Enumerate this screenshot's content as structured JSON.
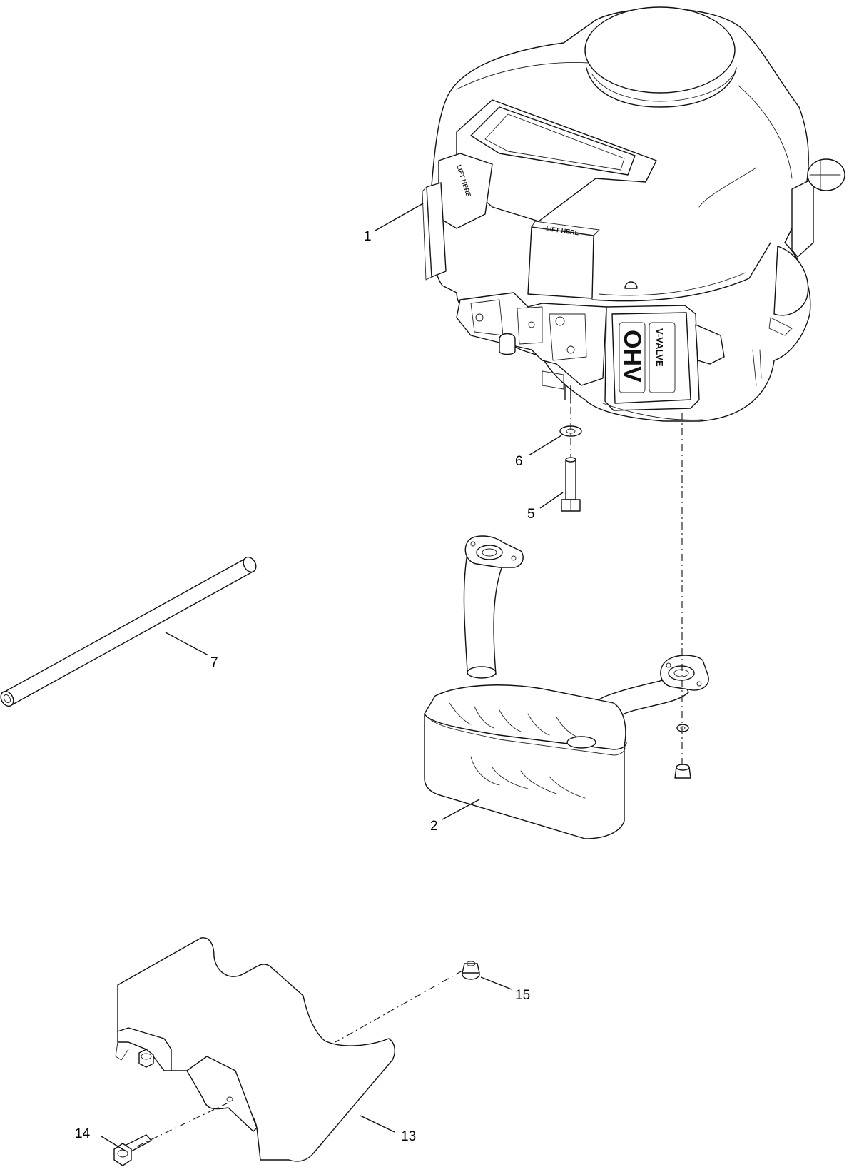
{
  "diagram": {
    "callouts": [
      {
        "id": "1",
        "label": "1"
      },
      {
        "id": "2",
        "label": "2"
      },
      {
        "id": "5",
        "label": "5"
      },
      {
        "id": "6",
        "label": "6"
      },
      {
        "id": "7",
        "label": "7"
      },
      {
        "id": "13",
        "label": "13"
      },
      {
        "id": "14",
        "label": "14"
      },
      {
        "id": "15",
        "label": "15"
      }
    ],
    "decals": {
      "lift_here_1": "LIFT HERE",
      "lift_here_2": "LIFT HERE",
      "ohv": "OHV",
      "v_valve": "V-VALVE"
    }
  }
}
